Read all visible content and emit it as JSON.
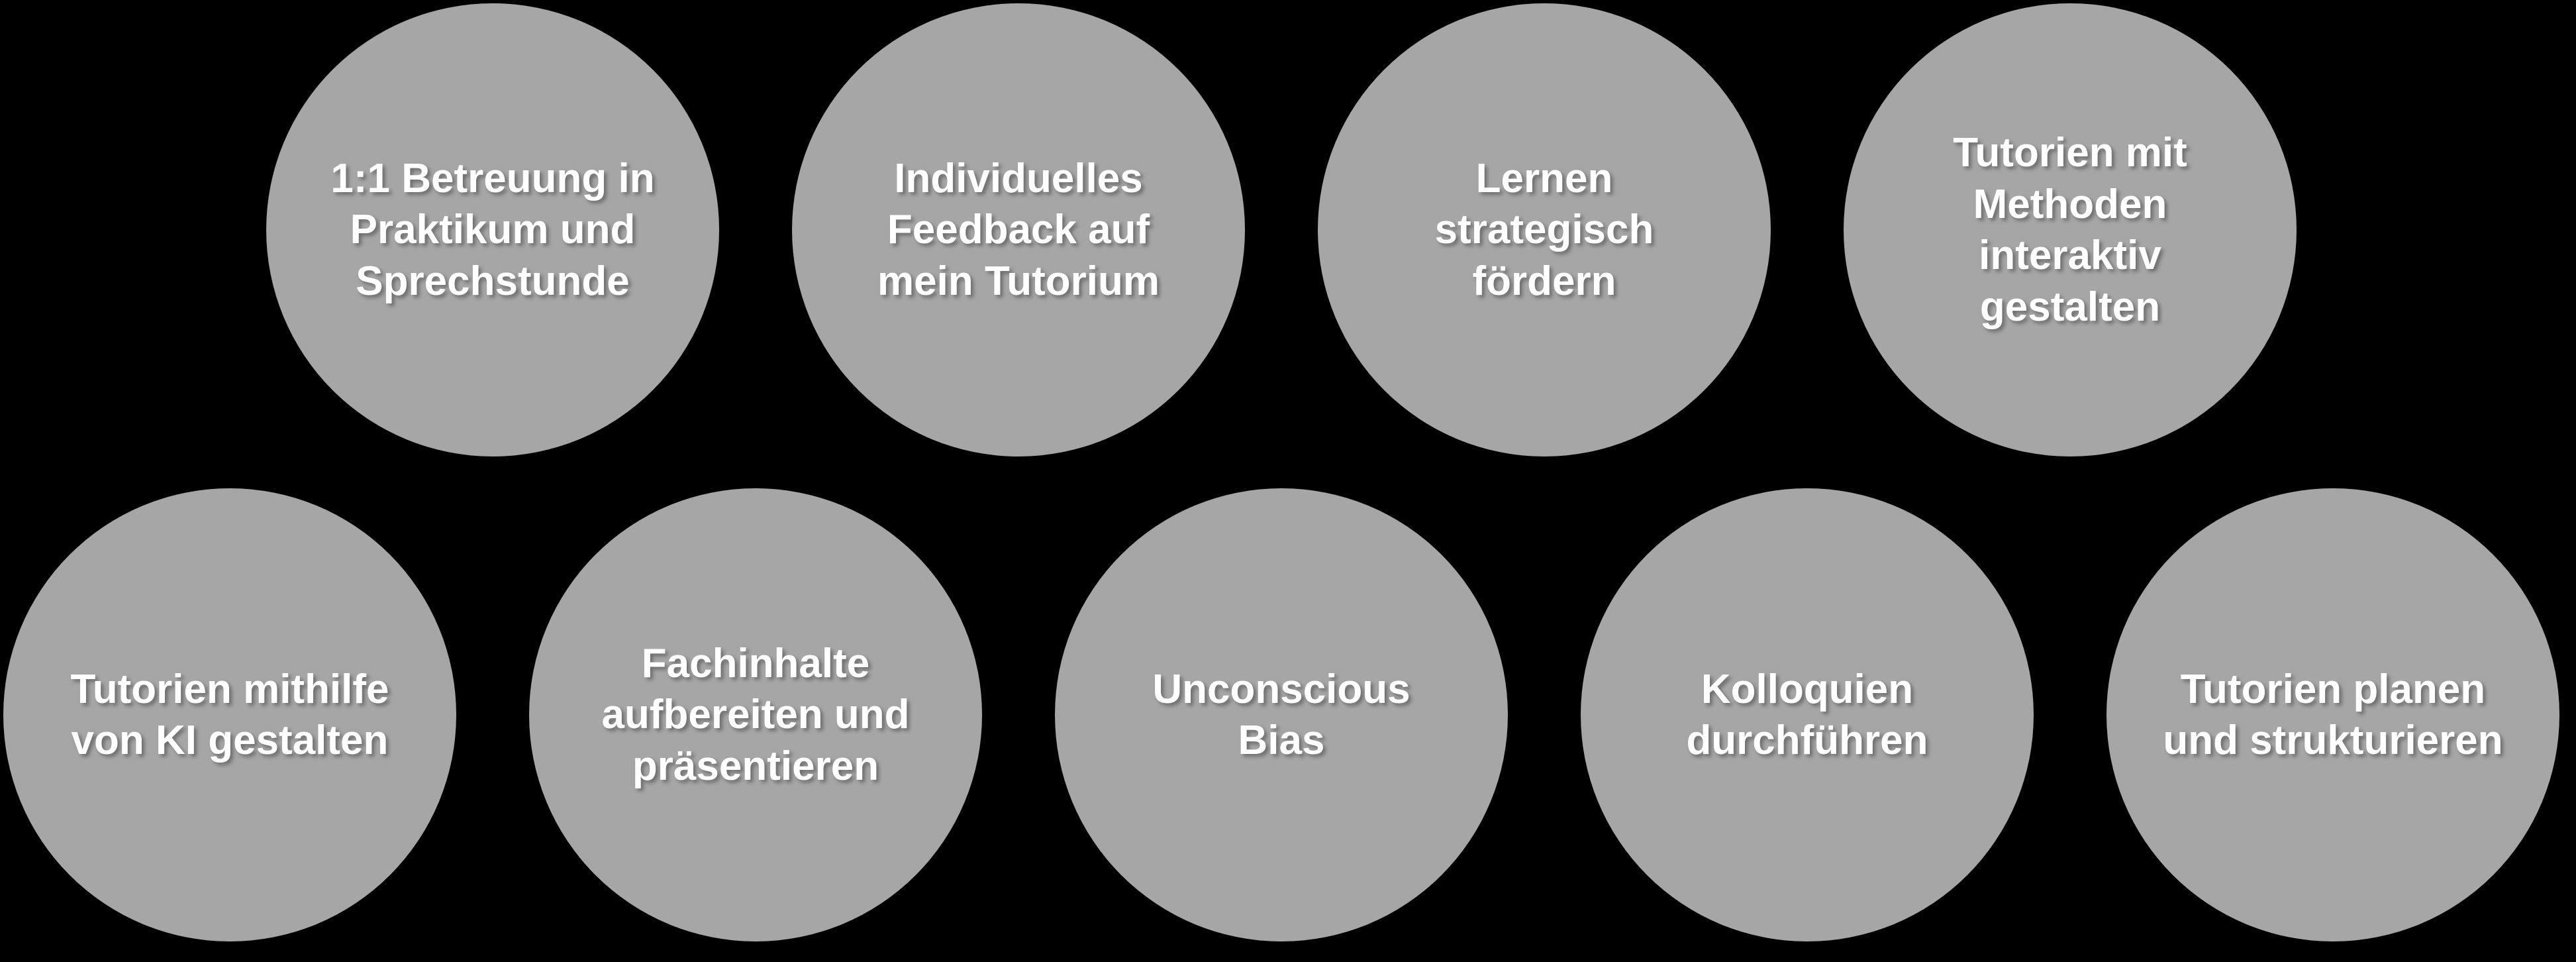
{
  "diagram": {
    "background_color": "#000000",
    "circle_color": "#a6a6a6",
    "text_color": "#ffffff",
    "topics": [
      {
        "label": "1:1 Betreuung in\nPraktikum und\nSprechstunde"
      },
      {
        "label": "Individuelles\nFeedback auf\nmein Tutorium"
      },
      {
        "label": "Lernen\nstrategisch\nfördern"
      },
      {
        "label": "Tutorien mit\nMethoden\ninteraktiv\ngestalten"
      },
      {
        "label": "Tutorien mithilfe\nvon KI gestalten"
      },
      {
        "label": "Fachinhalte\naufbereiten und\npräsentieren"
      },
      {
        "label": "Unconscious\nBias"
      },
      {
        "label": "Kolloquien\ndurchführen"
      },
      {
        "label": "Tutorien planen\nund strukturieren"
      }
    ]
  }
}
